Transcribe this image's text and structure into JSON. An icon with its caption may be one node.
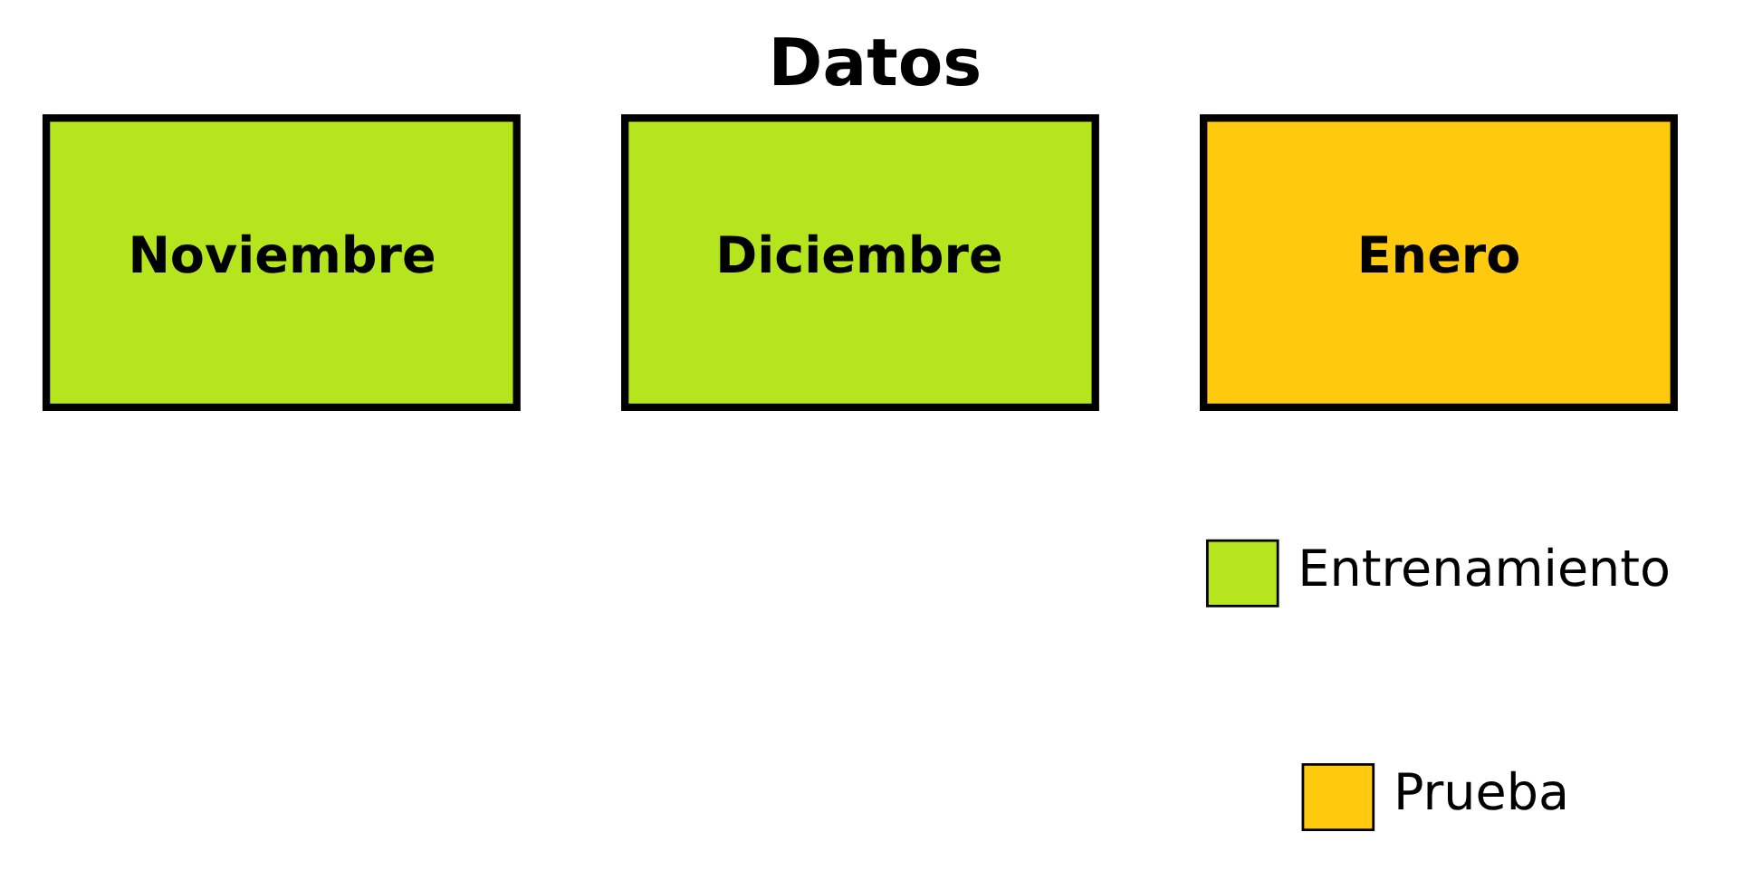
{
  "diagram": {
    "title": "Datos",
    "nodes": [
      {
        "text": [
          "Noviembre"
        ]
      },
      {
        "text": [
          "Diciembre"
        ]
      },
      {
        "text": [
          "Enero"
        ]
      }
    ],
    "legend": [
      {
        "text": "Entrenamiento",
        "color": "#b5e61d"
      },
      {
        "text": "Prueba",
        "color": "#ffc90e"
      }
    ]
  }
}
